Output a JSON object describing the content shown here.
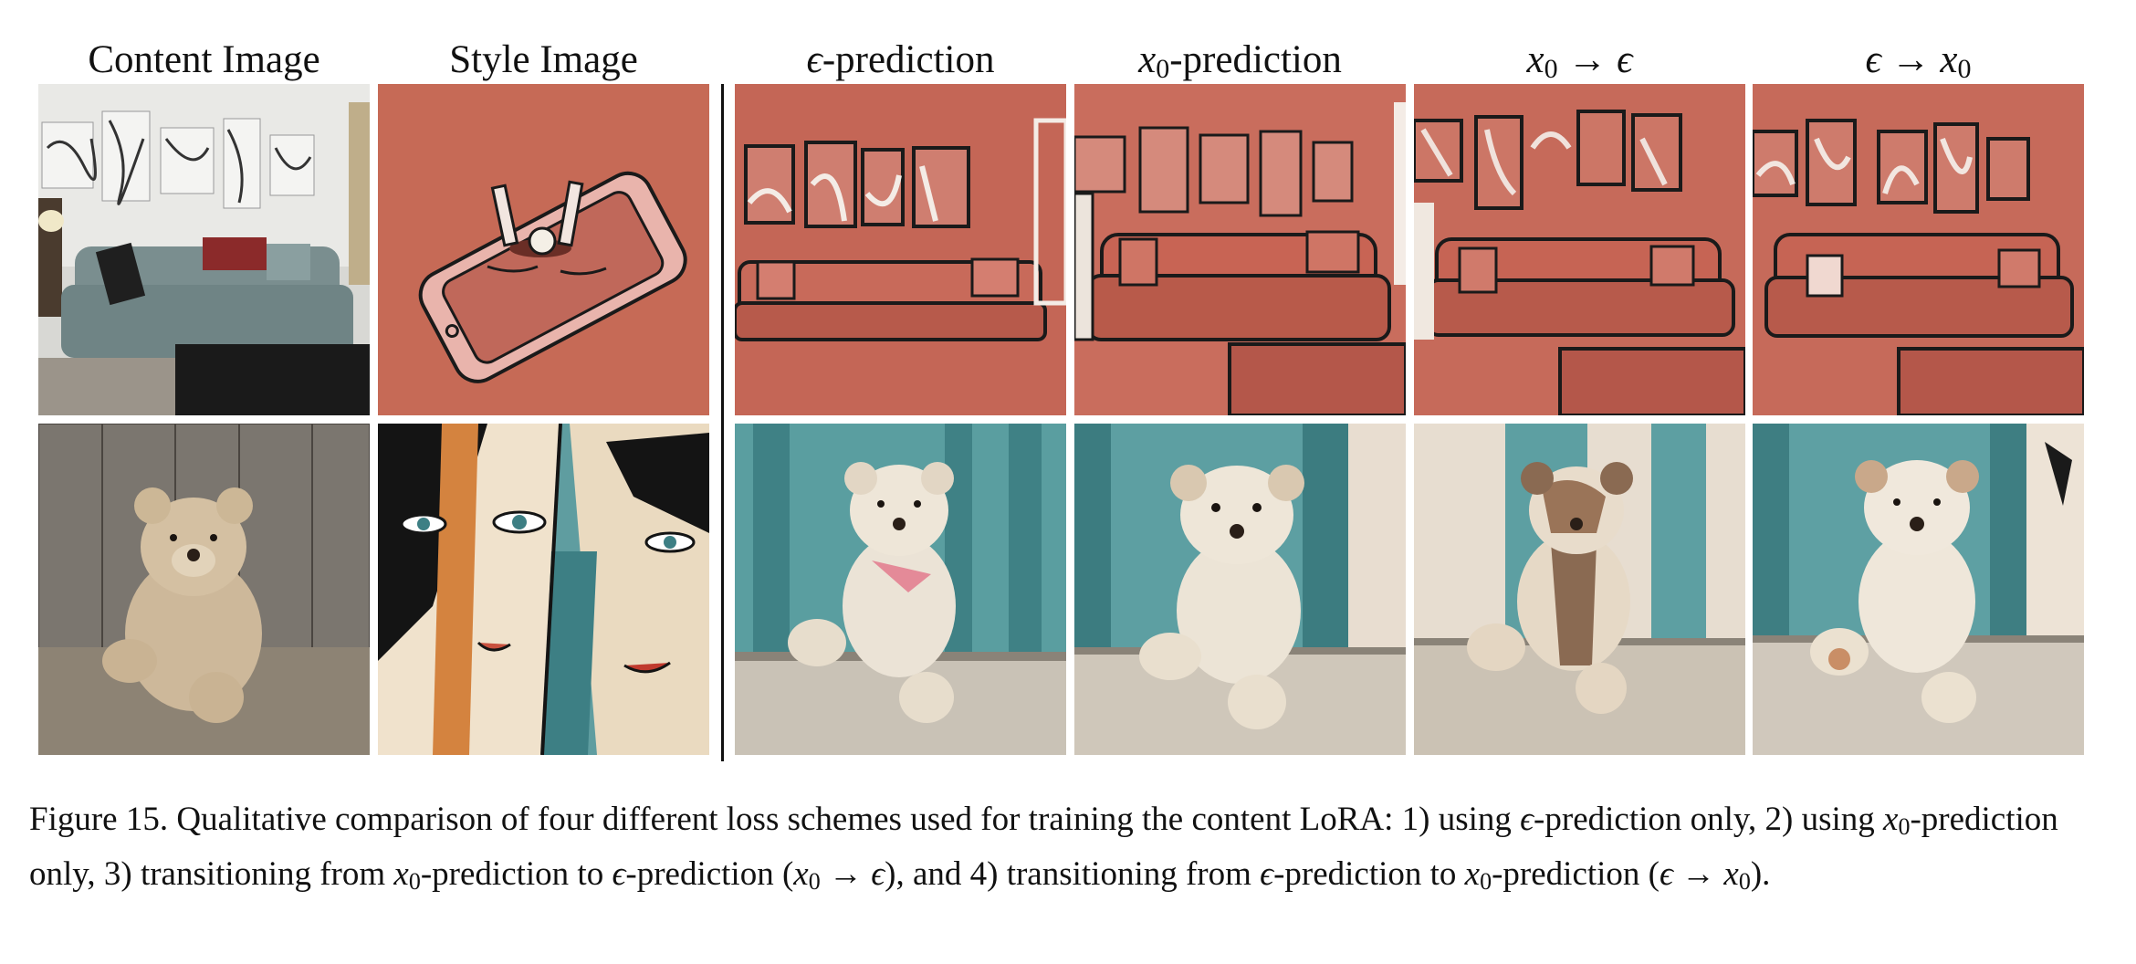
{
  "columns": {
    "content": "Content Image",
    "style": "Style Image",
    "eps_pred_suffix": "-prediction",
    "x0_pred_suffix": "-prediction",
    "eps_symbol": "ϵ",
    "x0_symbol": "x",
    "x0_sub": "0",
    "arrow": "→"
  },
  "caption": {
    "prefix": "Figure 15. Qualitative comparison of four different loss schemes used for training the content LoRA: 1) using ",
    "p1": "-prediction only, 2) using ",
    "p2": "-prediction only, 3) transitioning from ",
    "p3": "-prediction to ",
    "p4": "-prediction (",
    "p5": "), and 4) transitioning from ",
    "p6": "-prediction to ",
    "p7": "-prediction (",
    "p8": ")."
  },
  "colors": {
    "terracotta": "#c4685a",
    "teal": "#5e9ea1",
    "cream": "#efe6d8",
    "outline": "#1a1a1a"
  }
}
